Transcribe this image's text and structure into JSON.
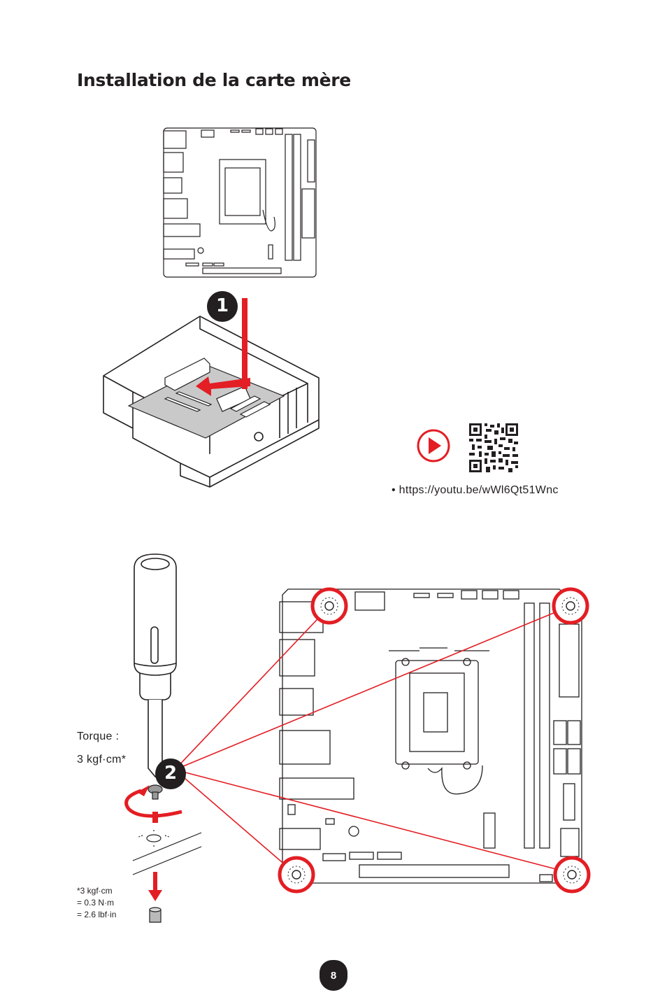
{
  "page": {
    "title": "Installation de la carte mère",
    "page_number": "8"
  },
  "video": {
    "icon": "play-icon",
    "qr": "qr-code",
    "url_bullet": "•",
    "url": "https://youtu.be/wWl6Qt51Wnc"
  },
  "steps": {
    "step1_label": "1",
    "step2_label": "2"
  },
  "torque": {
    "label": "Torque :",
    "value": "3 kgf·cm*",
    "conversions": [
      "*3 kgf·cm",
      "= 0.3 N·m",
      "= 2.6 lbf·in"
    ]
  },
  "colors": {
    "accent_red": "#e31e24",
    "ink": "#231f20"
  }
}
